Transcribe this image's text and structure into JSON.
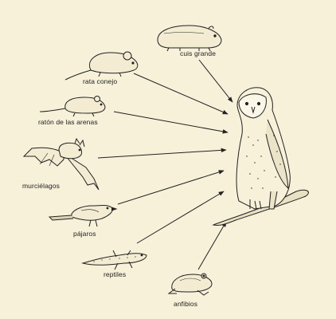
{
  "diagram": {
    "predator": "owl",
    "prey": [
      {
        "id": "cuis",
        "label": "cuis grande"
      },
      {
        "id": "rata",
        "label": "rata conejo"
      },
      {
        "id": "raton",
        "label": "ratón de las arenas"
      },
      {
        "id": "murcielagos",
        "label": "murciélagos"
      },
      {
        "id": "pajaros",
        "label": "pájaros"
      },
      {
        "id": "reptiles",
        "label": "reptiles"
      },
      {
        "id": "anfibios",
        "label": "anfibios"
      }
    ]
  },
  "colors": {
    "background": "#f7f1da",
    "ink": "#222222"
  }
}
